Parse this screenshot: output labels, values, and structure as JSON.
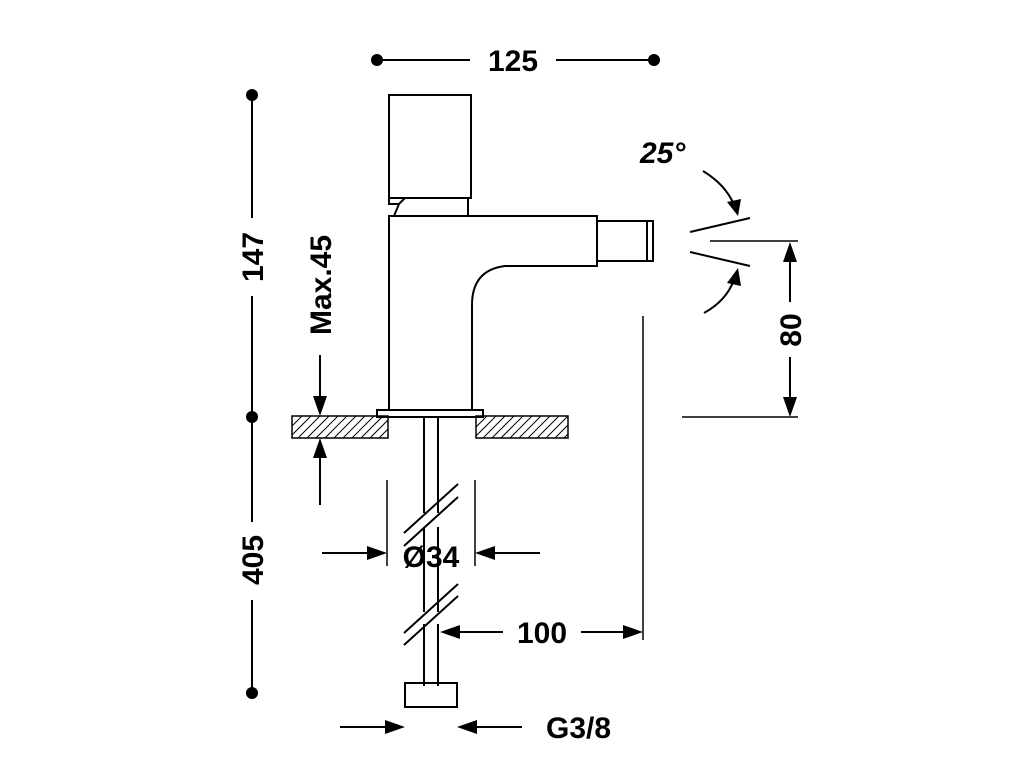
{
  "labels": {
    "width_total": "125",
    "height_upper": "147",
    "height_lower": "405",
    "max_deck": "Max.45",
    "spray_angle": "25°",
    "spout_height": "80",
    "tail_diameter": "Ø34",
    "spout_reach": "100",
    "connection": "G3/8"
  },
  "colors": {
    "ink": "#000000",
    "background": "#ffffff"
  }
}
